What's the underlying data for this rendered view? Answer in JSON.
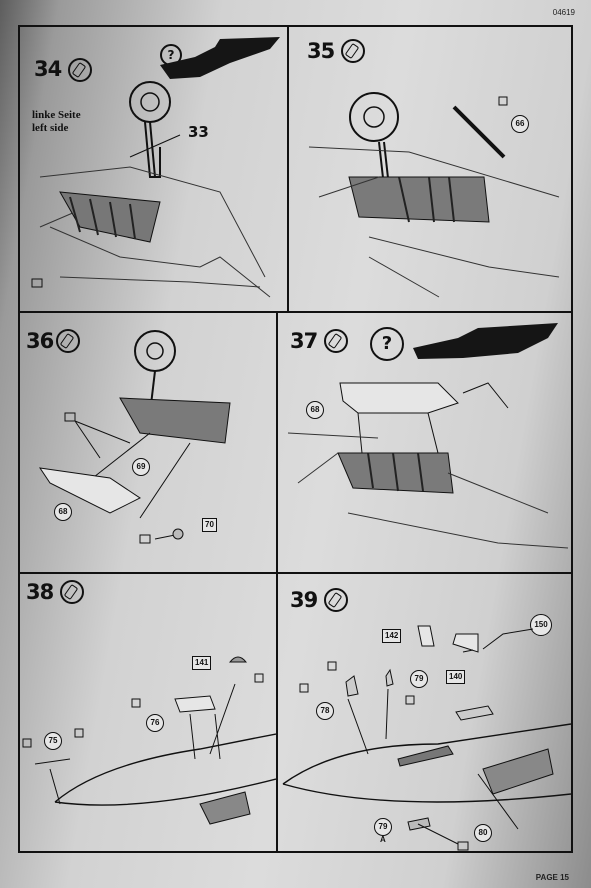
{
  "header": {
    "code": "04619"
  },
  "footer": {
    "page": "PAGE 15"
  },
  "steps": [
    {
      "number": "34",
      "side_de": "linke Seite",
      "side_en": "left side",
      "parts": [
        "33"
      ]
    },
    {
      "number": "35",
      "parts": [
        "66"
      ]
    },
    {
      "number": "36",
      "parts": [
        "69",
        "68",
        "70"
      ]
    },
    {
      "number": "37",
      "parts": [
        "68"
      ]
    },
    {
      "number": "38",
      "parts": [
        "141",
        "76",
        "75"
      ]
    },
    {
      "number": "39",
      "parts": [
        "142",
        "150",
        "140",
        "79",
        "78",
        "79",
        "80"
      ],
      "sublabel": "A"
    }
  ],
  "icons": {
    "question": "?",
    "glue": "glue-icon",
    "sprue": "sprue-icon",
    "aircraft": "tornado-silhouette"
  },
  "colors": {
    "ink": "#111111",
    "paper": "#d8d8d8"
  }
}
